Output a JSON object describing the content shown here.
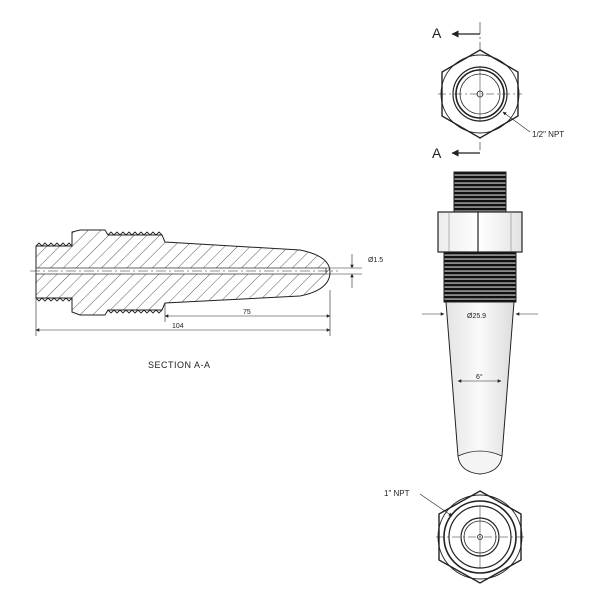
{
  "section_view": {
    "caption": "SECTION A-A",
    "dim_overall": "104",
    "dim_taper": "75",
    "dim_bore": "Ø1.5"
  },
  "top_view": {
    "section_letter_top": "A",
    "section_letter_bottom": "A",
    "thread_callout": "1/2\" NPT"
  },
  "front_view": {
    "dim_diameter": "Ø25.9",
    "dim_tip": "6°"
  },
  "bottom_view": {
    "thread_callout": "1\" NPT"
  },
  "colors": {
    "line": "#222222",
    "hatch": "#333333",
    "thread_dark": "#111111",
    "thread_light": "#8a8a8a"
  }
}
